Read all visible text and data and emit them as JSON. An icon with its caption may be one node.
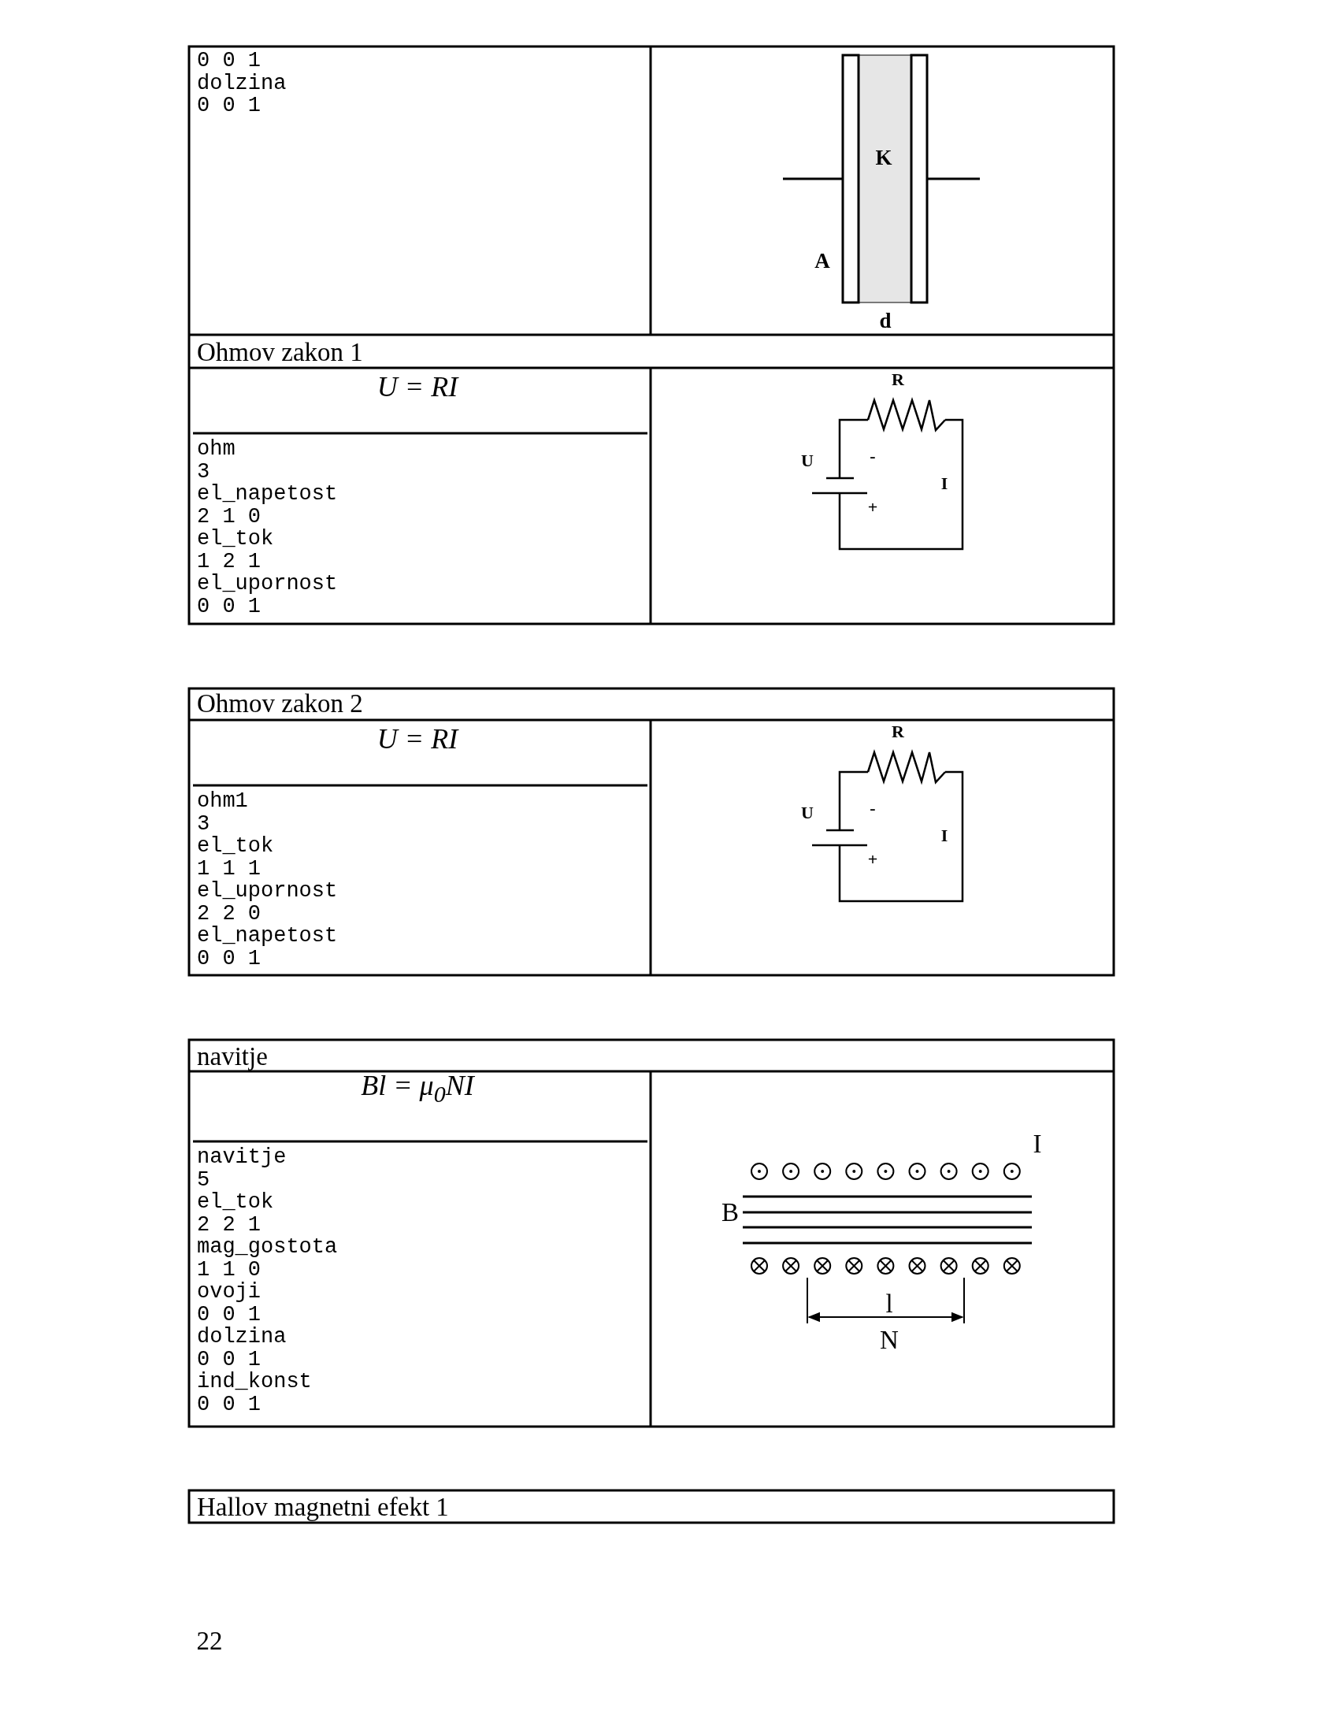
{
  "diagram": {
    "labels": [
      "0 0 1",
      "dolzina",
      "0 0 1",
      "K",
      "A",
      "d",
      "Ohmov zakon 1",
      "U = RI",
      "ohm",
      "3",
      "el_napetost",
      "2 1 0",
      "el_tok",
      "1 2 1",
      "el_upornost",
      "0 0 1",
      "R",
      "U",
      "-",
      "I",
      "+",
      "Ohmov zakon 2",
      "U = RI",
      "ohm1",
      "3",
      "el_tok",
      "1 1 1",
      "el_upornost",
      "2 2 0",
      "el_napetost",
      "0 0 1",
      "R",
      "U",
      "-",
      "I",
      "+",
      "navitje",
      "Bl = μ$_{0}$NI",
      "navitje",
      "5",
      "el_tok",
      "2 2 1",
      "mag_gostota",
      "1 1 0",
      "ovoji",
      "0 0 1",
      "dolzina",
      "0 0 1",
      "ind_konst",
      "0 0 1",
      "I",
      "B",
      "l",
      "N",
      "Hallov magnetni efekt 1",
      "22"
    ]
  }
}
